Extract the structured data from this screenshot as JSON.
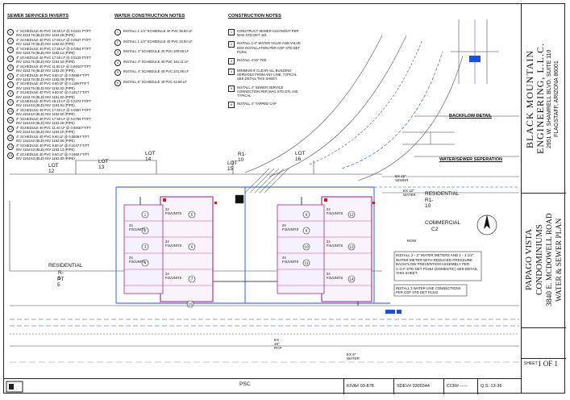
{
  "sewer_notes": {
    "title": "SEWER SERVICES INVERTS",
    "items": [
      {
        "n": "1",
        "l1": "4\" SCHEDULE 40 PVC 19.50 LF @ 0.0241 FT/FT",
        "l2": "INV 1153.76 (BLD) INV 1153.29 (PIPE)"
      },
      {
        "n": "2",
        "l1": "4\" SCHEDULE 40 PVC 17.50 LF @ 0.0537 FT/FT",
        "l2": "INV 1153.76 (BLD) INV 1152.84 (PIPE)"
      },
      {
        "n": "3",
        "l1": "4\" SCHEDULE 40 PVC 17.50 LF @ 0.0354 FT/FT",
        "l2": "INV 1153.76 (BLD) INV 1153.14 (PIPE)"
      },
      {
        "n": "4",
        "l1": "4\" SCHEDULE 40 PVC 17.50 LF @ 0.0129 FT/FT",
        "l2": "INV 1153.76 (BLD) INV 1153.53 (PIPE)"
      },
      {
        "n": "5",
        "l1": "4\" SCHEDULE 40 PVC 11.60 LF @ 0.0484 FT/FT",
        "l2": "INV 1153.76 (BLD) INV 1153.20 (PIPE)"
      },
      {
        "n": "6",
        "l1": "4\" SCHEDULE 40 PVC 9.60 LF @ 0.0698 FT/FT",
        "l2": "INV 1153.76 (BLD) INV 1153.09 (PIPE)"
      },
      {
        "n": "7",
        "l1": "4\" SCHEDULE 40 PVC 9.60 LF @ 0.1188 FT/FT",
        "l2": "INV 1153.76 (BLD) INV 1152.62 (PIPE)"
      },
      {
        "n": "8",
        "l1": "4\" SCHEDULE 40 PVC 9.60 LF @ 0.1917 FT/FT",
        "l2": "INV 1153.76 (BLD) INV 1151.92 (PIPE)"
      },
      {
        "n": "9",
        "l1": "4\" SCHEDULE 40 PVC 19.10 LF @ 0.0372 FT/FT",
        "l2": "INV 1154.63 (BLD) INV 1153.91 (PIPE)"
      },
      {
        "n": "10",
        "l1": "4\" SCHEDULE 40 PVC 17.50 LF @ 0.0587 FT/FT",
        "l2": "INV 1154.63 (BLD) INV 1153.60 (PIPE)"
      },
      {
        "n": "11",
        "l1": "4\" SCHEDULE 40 PVC 17.50 LF @ 0.0789 FT/FT",
        "l2": "INV 1154.63 (BLD) INV 1153.25 (PIPE)"
      },
      {
        "n": "12",
        "l1": "4\" SCHEDULE 40 PVC 11.40 LF @ 0.0468 FT/FT",
        "l2": "INV 1154.63 (BLD) INV 1154.10 (PIPE)"
      },
      {
        "n": "13",
        "l1": "4\" SCHEDULE 40 PVC 9.60 LF @ 0.0609 FT/FT",
        "l2": "INV 1154.63 (BLD) INV 1153.69 (PIPE)"
      },
      {
        "n": "14",
        "l1": "4\" SCHEDULE 40 PVC 9.60 LF @ 0.1047 FT/FT",
        "l2": "INV 1154.63 (BLD) INV 1153.13 (PIPE)"
      },
      {
        "n": "15",
        "l1": "4\" SCHEDULE 40 PVC 9.60 LF @ 0.1660 FT/FT",
        "l2": "INV 1154.63 (BLD) INV 1152.80 (PIPE)"
      }
    ]
  },
  "water_notes": {
    "title": "WATER CONSTRUCTION NOTES",
    "items": [
      {
        "n": "1",
        "t": "INSTALL 1 1/4\" SCHEDULE 40 PVC  36.60 LF"
      },
      {
        "n": "2",
        "t": "INSTALL 1 1/4\" SCHEDULE 40 PVC  34.50 LF"
      },
      {
        "n": "3",
        "t": "INSTALL 4\" SCHEDULE 40 PVC  100.60 LF"
      },
      {
        "n": "4",
        "t": "INSTALL 4\" SCHEDULE 40 PVC  161.11 LF"
      },
      {
        "n": "5",
        "t": "INSTALL 4\" SCHEDULE 40 PVC  101.85 LF"
      },
      {
        "n": "6",
        "t": "INSTALL 6\" SCHEDULE 40 PVC  44.60 LF"
      }
    ]
  },
  "construction_notes": {
    "title": "CONSTRUCTION NOTES",
    "items": [
      {
        "n": "1",
        "t": "CONSTRUCT SEWER CLEANOUT PER MAG STD DET 441"
      },
      {
        "n": "2",
        "t": "INSTALL 1-4\" WATER VALVE AND VALVE BOX INSTALLATION PER COF STD DET P1301"
      },
      {
        "n": "3",
        "t": "INSTALL 4\"x6\" TEE"
      },
      {
        "n": "4",
        "t": "MINIMUM 5' CLEAR ALL BUILDING SERVICES FROM ANY LINE. TYPICAL SEE DETAIL THIS SHEET."
      },
      {
        "n": "5",
        "t": "INSTALL 4\" SEWER SERVICE CONNECTION PER MAG STD DTL 440, TYPICAL"
      },
      {
        "n": "6",
        "t": "INSTALL 4\" TAPPED CAP"
      }
    ]
  },
  "site_labels": {
    "lot12": "LOT 12",
    "lot13": "LOT 13",
    "lot14": "LOT 14",
    "lot15": "LOT 15",
    "lot16": "LOT 16",
    "r110_top": "R1-10",
    "residential": "RESIDENTIAL",
    "res_r110": "R1-10",
    "res_r5_1": "RESIDENTIAL",
    "res_r5_2": "R-5",
    "res_r5_3": "PT 5",
    "commercial": "COMMERCIAL",
    "c2": "C2",
    "psc": "PSC",
    "units": "24 FIX/UNITS",
    "row": "ROW",
    "ex6_water": "EX 6\" WATER",
    "ex48_rcp": "EX 48\" RCP",
    "ex12_sewer": "EX 12\" SEWER",
    "ex12_water": "EX 12\" WATER"
  },
  "details": {
    "backflow": "BACKFLOW DETAIL",
    "water_sewer_sep": "WATER/SEWER SEPERATION",
    "callout1": "INSTALL 2 - 2\" WATER METERS AND 1 - 1 1/2\" WATER METER WITH REDUCED PRESSURE BACKFLOW PREVENTION ASSEMBLY PER C.O.F STD DET P1354 (DOMESTIC) SEE DETAIL THIS SHEET.",
    "callout2": "INSTALL 3 WATER LINE CONNECTIONS PER COF STD DET P1342"
  },
  "title_block": {
    "firm1": "BLACK MOUNTAIN",
    "firm2": "ENGINEERING, L.L.C.",
    "addr1": "2951 W. SHAMRELL BLVD. SUITE 110",
    "addr2": "FLAGSTAFF, ARIZONA 86001",
    "proj1": "PAPAGO VISTA",
    "proj2": "CONDOMINIUMS",
    "proj3": "3840 E. MCDOWELL ROAD",
    "proj4": "WATER & SEWER PLAN",
    "sheet_label": "SHEET",
    "sheet_val": "1 OF 1"
  },
  "bottom": {
    "kiva": "KIVA# 03-878",
    "sdev": "SDEV# 0300344",
    "ccr": "CCR# -----",
    "qs": "Q.S. 13-36"
  },
  "colors": {
    "building": "#9b2b8b",
    "water": "#1d4fd8",
    "sewer": "#111111",
    "red": "#d11a1a"
  }
}
